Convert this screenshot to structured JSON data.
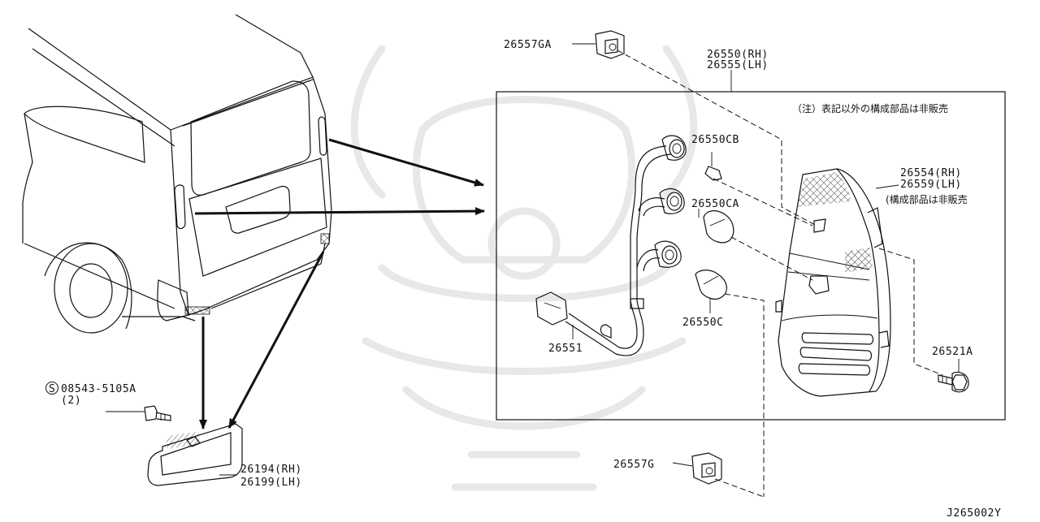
{
  "diagram_code": "J265002Y",
  "note": "（注）表記以外の構成部品は非販売",
  "parts": {
    "clip_top": "26557GA",
    "tail_lamp_assy_rh": "26550(RH)",
    "tail_lamp_assy_lh": "26555(LH)",
    "socket_cb": "26550CB",
    "socket_ca": "26550CA",
    "socket_c": "26550C",
    "harness": "26551",
    "lens_rh": "26554(RH)",
    "lens_lh": "26559(LH)",
    "lens_note": "(構成部品は非販売",
    "screw": "26521A",
    "clip_bottom": "26557G",
    "bolt_code": "08543-5105A",
    "bolt_qty": "(2)",
    "bolt_symbol": "S",
    "reflector_rh": "26194(RH)",
    "reflector_lh": "26199(LH)"
  }
}
